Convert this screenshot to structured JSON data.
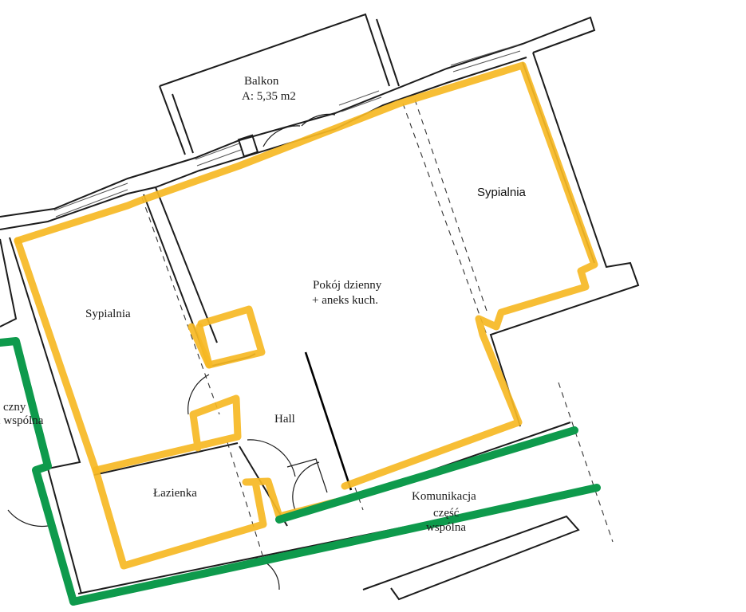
{
  "header": {
    "faint_text_1": "",
    "faint_text_2": ""
  },
  "rooms": {
    "balcony": {
      "name": "Balkon",
      "area": "A: 5,35 m2"
    },
    "bedroom_right": {
      "name": "Sypialnia"
    },
    "bedroom_left": {
      "name": "Sypialnia"
    },
    "living": {
      "line1": "Pokój dzienny",
      "line2": "+ aneks kuch."
    },
    "hall": {
      "name": "Hall"
    },
    "bathroom": {
      "name": "Łazienka"
    },
    "corridor": {
      "line1": "Komunikacja",
      "line2": "część",
      "line3": "wspólna"
    },
    "left_partial": {
      "line1": "czny",
      "line2": "ć wspólna"
    }
  },
  "colors": {
    "apartment_outline": "#f6b824",
    "common_area_outline": "#0e9a4c",
    "walls": "#1c1c1c",
    "background": "#ffffff"
  }
}
